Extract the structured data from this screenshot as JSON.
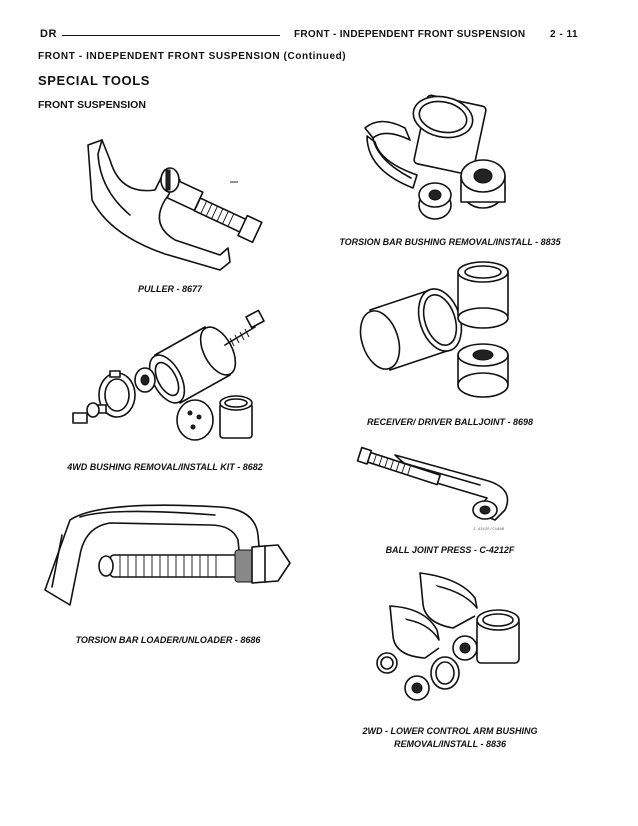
{
  "header": {
    "left_code": "DR",
    "title": "FRONT - INDEPENDENT FRONT SUSPENSION",
    "page_number": "2 - 11"
  },
  "continued_title": "FRONT - INDEPENDENT FRONT SUSPENSION (Continued)",
  "section_title": "SPECIAL TOOLS",
  "subsection_title": "FRONT SUSPENSION",
  "tools": [
    {
      "caption": "PULLER - 8677",
      "icon": "puller-icon"
    },
    {
      "caption": "TORSION BAR BUSHING REMOVAL/INSTALL - 8835",
      "icon": "bushing-tool-icon"
    },
    {
      "caption": "4WD BUSHING REMOVAL/INSTALL KIT - 8682",
      "icon": "bushing-kit-icon"
    },
    {
      "caption": "RECEIVER/ DRIVER BALLJOINT - 8698",
      "icon": "receiver-driver-icon"
    },
    {
      "caption": "BALL JOINT PRESS - C-4212F",
      "icon": "ball-joint-press-icon",
      "figure_code": "J-4212F/C1986"
    },
    {
      "caption": "TORSION BAR LOADER/UNLOADER - 8686",
      "icon": "loader-unloader-icon"
    },
    {
      "caption": "2WD - LOWER CONTROL ARM BUSHING REMOVAL/INSTALL - 8836",
      "icon": "control-arm-bushing-icon"
    }
  ]
}
